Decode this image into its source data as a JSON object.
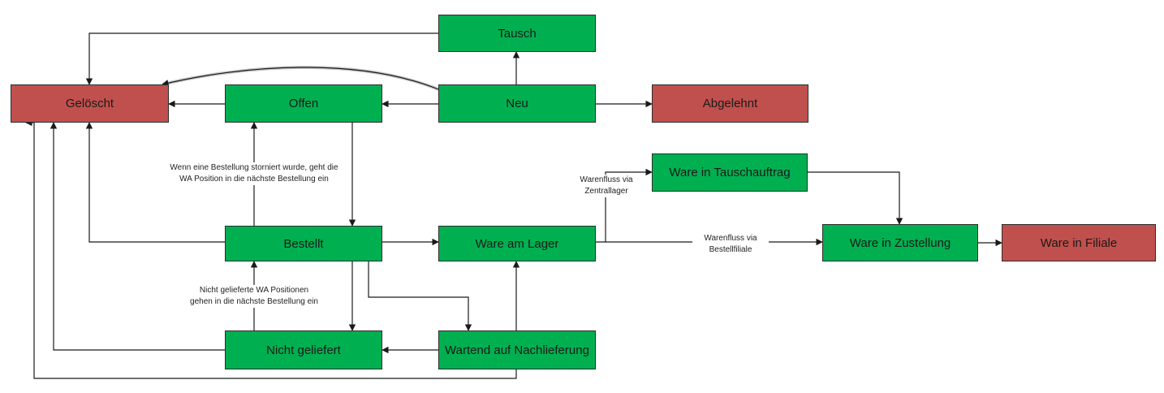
{
  "nodes": {
    "tausch": "Tausch",
    "geloescht": "Gelöscht",
    "offen": "Offen",
    "neu": "Neu",
    "abgelehnt": "Abgelehnt",
    "ware_in_tauschauftrag": "Ware in Tauschauftrag",
    "bestellt": "Bestellt",
    "ware_am_lager": "Ware am Lager",
    "ware_in_zustellung": "Ware in Zustellung",
    "ware_in_filiale": "Ware in Filiale",
    "nicht_geliefert": "Nicht geliefert",
    "wartend_auf_nachlieferung": "Wartend auf Nachlieferung"
  },
  "labels": {
    "storniert_line1": "Wenn eine Bestellung storniert wurde, geht die",
    "storniert_line2": "WA Position in die nächste Bestellung ein",
    "nicht_geliefert_line1": "Nicht gelieferte WA Positionen",
    "nicht_geliefert_line2": "gehen in die nächste Bestellung ein",
    "zentrallager_line1": "Warenfluss via",
    "zentrallager_line2": "Zentrallager",
    "bestellfiliale_line1": "Warenfluss via",
    "bestellfiliale_line2": "Bestellfiliale"
  },
  "colors": {
    "node_green": "#00b050",
    "node_red": "#c0504d",
    "line": "#1a1a1a"
  }
}
